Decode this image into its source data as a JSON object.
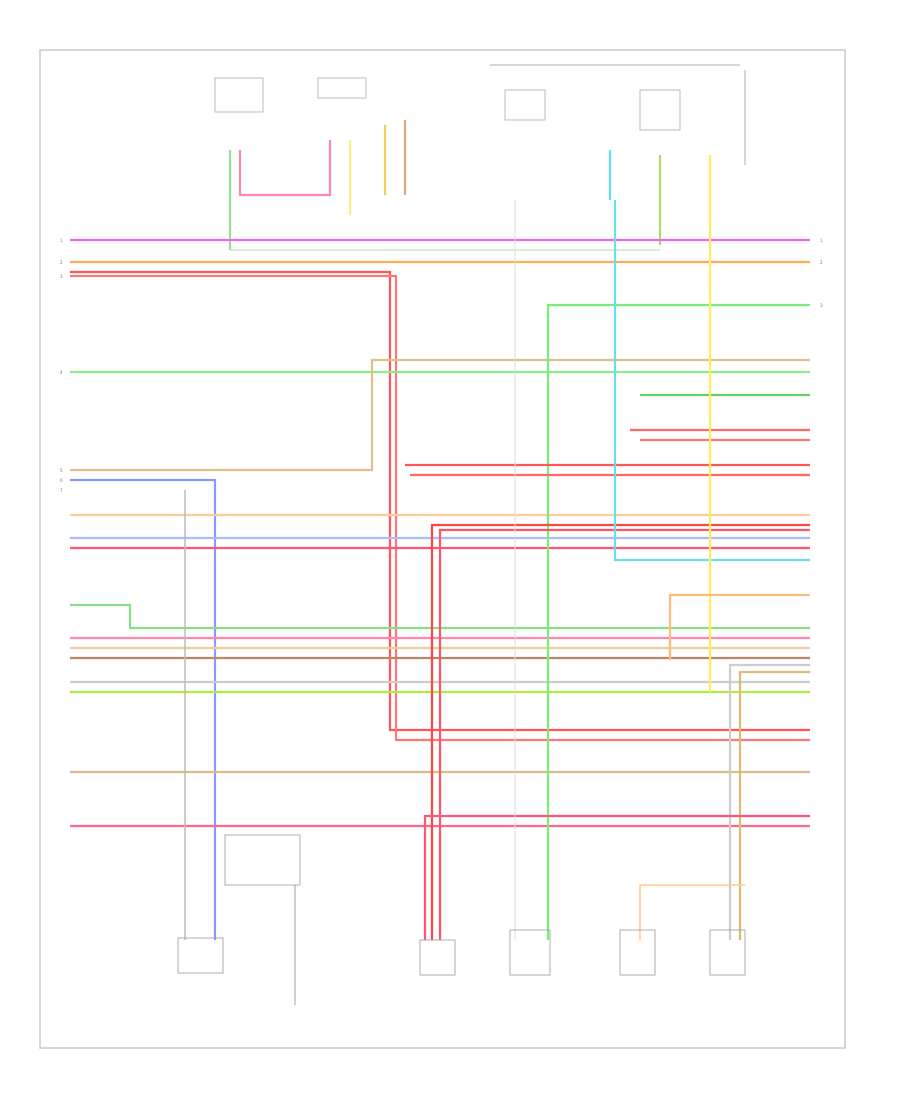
{
  "footer_code": "",
  "legend_items": [
    "",
    "",
    "",
    ""
  ],
  "colors": {
    "pink": "#ee66ee",
    "orange": "#ffaa55",
    "red": "#ff5555",
    "green": "#66dd66",
    "tan": "#e0c08a",
    "blue": "#8899ff",
    "yellow": "#ffee55",
    "cyan": "#66e0ee",
    "lime": "#aaee44",
    "brown": "#bb8866",
    "gray": "#bbbbbb"
  },
  "wires_left": [
    {
      "label": "",
      "pin": "1",
      "color": "pink"
    },
    {
      "label": "",
      "pin": "2",
      "color": "orange"
    },
    {
      "label": "",
      "pin": "3",
      "color": "red"
    },
    {
      "label": "",
      "pin": "4",
      "color": "green"
    },
    {
      "label": "",
      "pin": "5",
      "color": "tan"
    },
    {
      "label": "",
      "pin": "6",
      "color": "blue"
    },
    {
      "label": "",
      "pin": "7",
      "color": "gray"
    }
  ],
  "wires_right": [
    {
      "label": "",
      "pin": "1",
      "color": "pink"
    },
    {
      "label": "",
      "pin": "2",
      "color": "orange"
    },
    {
      "label": "",
      "pin": "3",
      "color": "green"
    }
  ],
  "components": [
    {
      "name": ""
    },
    {
      "name": ""
    },
    {
      "name": ""
    },
    {
      "name": ""
    },
    {
      "name": ""
    },
    {
      "name": ""
    }
  ]
}
